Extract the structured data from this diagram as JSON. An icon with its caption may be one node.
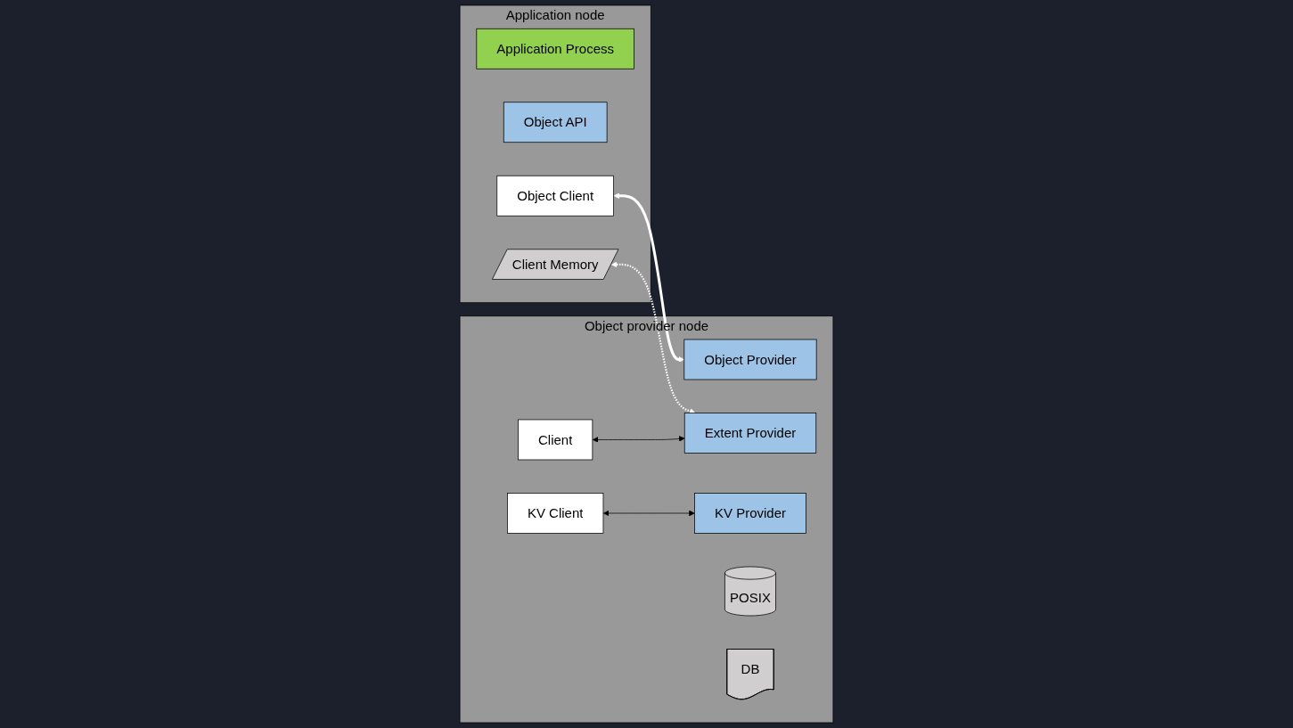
{
  "diagram": {
    "nodes": [
      {
        "text": [
          "Application node"
        ]
      },
      {
        "text": [
          "Application Process"
        ],
        "in": 0
      },
      {
        "text": [
          "Object API"
        ],
        "in": 0
      },
      {
        "text": [
          "Object Client"
        ],
        "in": 0
      },
      {
        "text": [
          "Client Memory"
        ],
        "in": 0
      },
      {
        "text": [
          "Object provider node"
        ]
      },
      {
        "text": [
          "Object Provider"
        ],
        "in": 5
      },
      {
        "text": [
          "Client"
        ],
        "in": 5
      },
      {
        "text": [
          "KV Client"
        ],
        "in": 5
      },
      {
        "text": [
          "Extent Provider"
        ],
        "in": 5
      },
      {
        "text": [
          "KV Provider"
        ],
        "in": 5
      },
      {
        "text": [
          "POSIX"
        ],
        "in": 5
      },
      {
        "text": [
          "DB"
        ],
        "in": 5
      }
    ],
    "edges": [
      {
        "from": 3,
        "to": 6,
        "arrow": "both",
        "style": "thick",
        "color": "#ffffff"
      },
      {
        "from": 4,
        "to": 9,
        "arrow": "both",
        "style": "dashed",
        "color": "#ffffff"
      },
      {
        "from": 7,
        "to": 9,
        "arrow": "both",
        "color": "#000000"
      },
      {
        "from": 8,
        "to": 10,
        "arrow": "both",
        "color": "#000000"
      }
    ]
  }
}
